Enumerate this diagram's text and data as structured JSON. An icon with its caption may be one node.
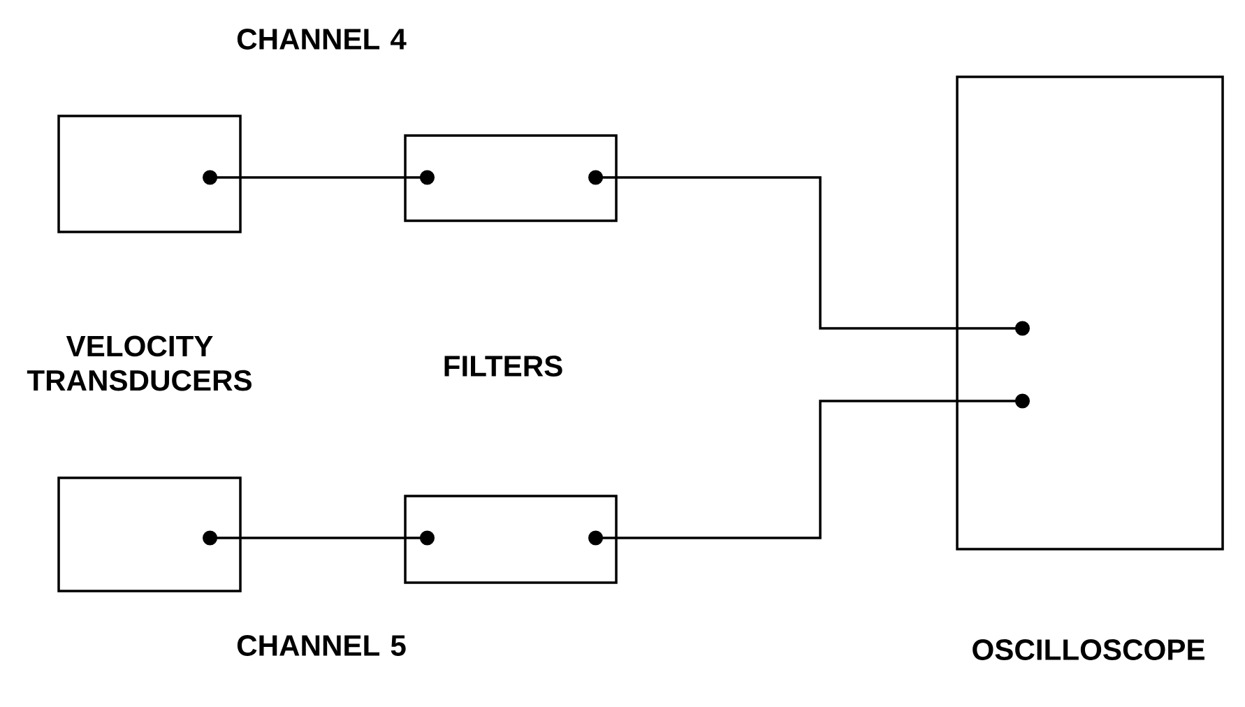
{
  "diagram": {
    "nodes": [
      {
        "text": [],
        "shape": "box"
      },
      {
        "text": [],
        "shape": "box"
      },
      {
        "text": [],
        "shape": "box"
      },
      {
        "text": [],
        "shape": "box"
      },
      {
        "text": [
          "OSCILLOSCOPE"
        ]
      }
    ],
    "edges": [
      {
        "from": 0,
        "to": 1,
        "arrow": "other"
      },
      {
        "from": 1,
        "to": 4,
        "arrow": "other"
      },
      {
        "from": 2,
        "to": 3,
        "arrow": "other"
      },
      {
        "from": 3,
        "to": 4,
        "arrow": "other"
      }
    ],
    "labels": [
      "CHANNEL 4",
      "VELOCITY TRANSDUCERS",
      "FILTERS",
      "CHANNEL 5"
    ]
  }
}
